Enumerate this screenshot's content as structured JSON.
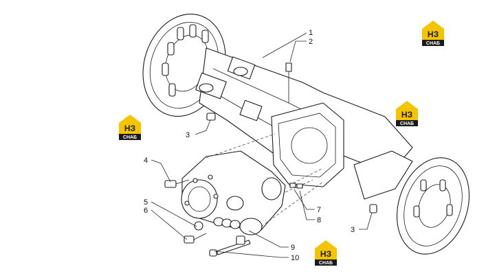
{
  "colors": {
    "logo_yellow": "#f5c400",
    "logo_dark": "#1a1a1a",
    "line": "#1a1a1a"
  },
  "callouts": [
    {
      "id": "c1",
      "label": "1"
    },
    {
      "id": "c2",
      "label": "2"
    },
    {
      "id": "c3a",
      "label": "3"
    },
    {
      "id": "c3b",
      "label": "3"
    },
    {
      "id": "c4",
      "label": "4"
    },
    {
      "id": "c5",
      "label": "5"
    },
    {
      "id": "c6",
      "label": "6"
    },
    {
      "id": "c7",
      "label": "7"
    },
    {
      "id": "c8",
      "label": "8"
    },
    {
      "id": "c9",
      "label": "9"
    },
    {
      "id": "c10",
      "label": "10"
    }
  ],
  "logo": {
    "letters": "НЗ",
    "caption": "СНАБ"
  }
}
